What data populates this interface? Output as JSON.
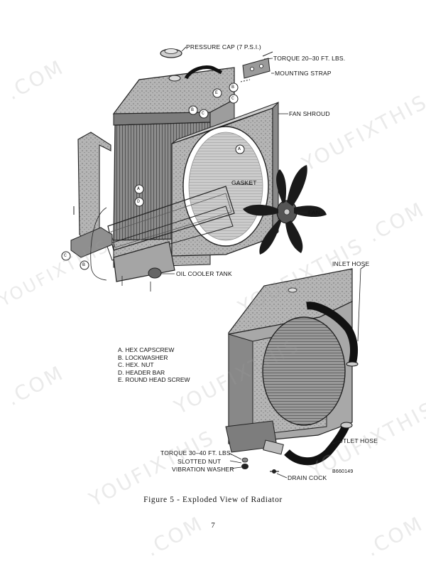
{
  "figure": {
    "caption": "Figure 5 - Exploded View of Radiator",
    "page_number": "7",
    "part_number": "B660149"
  },
  "callouts": {
    "pressure_cap": "PRESSURE CAP (7 P.S.I.)",
    "torque_top": "TORQUE 20–30 FT. LBS.",
    "mounting_strap": "MOUNTING STRAP",
    "fan_shroud": "FAN SHROUD",
    "gasket": "GASKET",
    "fan": "FAN",
    "oil_cooler_tank": "OIL COOLER TANK",
    "inlet_hose": "INLET HOSE",
    "torque_bottom": "TORQUE 30–40 FT. LBS.",
    "slotted_nut": "SLOTTED NUT",
    "vibration_washer": "VIBRATION WASHER",
    "drain_cock": "DRAIN COCK",
    "outlet_hose": "OUTLET HOSE"
  },
  "legend": [
    "A. HEX CAPSCREW",
    "B. LOCKWASHER",
    "C. HEX. NUT",
    "D. HEADER BAR",
    "E. ROUND HEAD SCREW"
  ],
  "markers": {
    "a": "A",
    "b": "B",
    "c": "C",
    "d": "D",
    "e": "E"
  },
  "watermark": {
    "brand": "YOUFIXTHIS",
    "suffix": ".COM"
  }
}
